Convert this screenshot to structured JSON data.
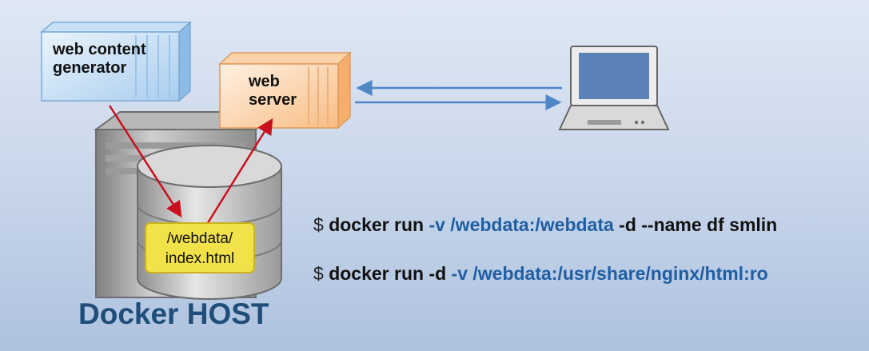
{
  "containers": {
    "web_content_generator": {
      "line1": "web content",
      "line2": "generator"
    },
    "web_server": {
      "line1": "web",
      "line2": "server"
    }
  },
  "file": {
    "line1": "/webdata/",
    "line2": "index.html"
  },
  "host": {
    "label": "Docker HOST"
  },
  "commands": [
    {
      "prompt": "$",
      "parts": [
        {
          "text": "docker run",
          "style": "kw"
        },
        {
          "text": "-v /webdata:/webdata",
          "style": "opt"
        },
        {
          "text": "-d --name df smlin",
          "style": "kw"
        }
      ]
    },
    {
      "prompt": "$",
      "parts": [
        {
          "text": "docker run -d",
          "style": "kw"
        },
        {
          "text": "-v /webdata:/usr/share/nginx/html:ro",
          "style": "opt"
        }
      ]
    }
  ],
  "colors": {
    "arrow_red": "#c8101e",
    "arrow_blue": "#4f86c6",
    "host_label": "#1f4e79",
    "option_text": "#1f5ea3",
    "file_box": "#f1e24a"
  }
}
